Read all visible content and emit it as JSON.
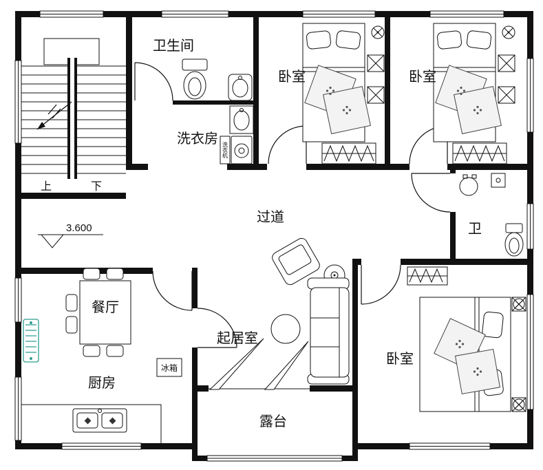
{
  "plan": {
    "rooms": {
      "bathroom": "卫生间",
      "laundry": "洗衣房",
      "bedroom_top_left": "卧室",
      "bedroom_top_right": "卧室",
      "hallway": "过道",
      "toilet": "卫",
      "dining": "餐厅",
      "kitchen": "厨房",
      "living": "起居室",
      "bedroom_bottom": "卧室",
      "terrace": "露台"
    },
    "stairs": {
      "up": "上",
      "down": "下"
    },
    "elevation_label": "3.600",
    "fridge_label": "冰箱",
    "washer_label": "洗衣机",
    "colors": {
      "wall": "#111111",
      "accent_teal": "#2a9d8f"
    }
  }
}
